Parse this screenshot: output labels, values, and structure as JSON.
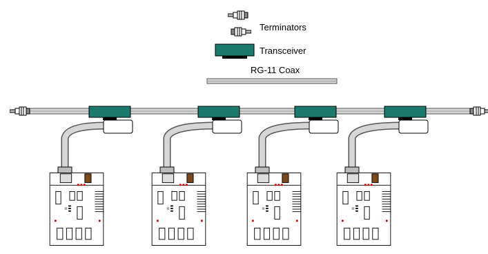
{
  "legend": {
    "terminators_label": "Terminators",
    "transceiver_label": "Transceiver",
    "coax_label": "RG-11 Coax"
  },
  "network": {
    "station_count": 4,
    "terminator_ends": 2
  },
  "colors": {
    "transceiver": "#1b7a6b",
    "coax_light": "#d6d6d6",
    "coax_dark": "#555555",
    "outline": "#000000",
    "led": "#cc0000",
    "socket": "#7a4a1e"
  }
}
